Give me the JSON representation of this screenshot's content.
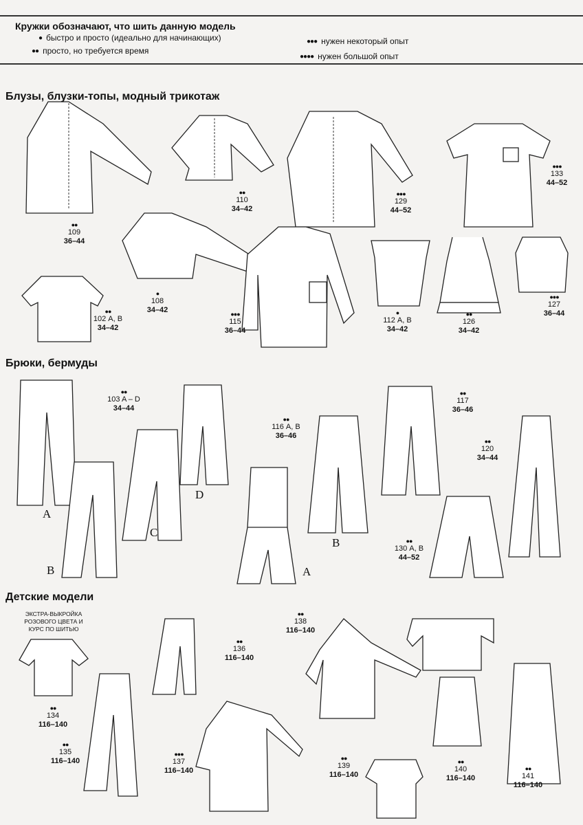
{
  "legend": {
    "title": "Кружки обозначают, что шить данную модель",
    "items": [
      {
        "dots": "●",
        "text": "быстро и просто (идеально для начинающих)"
      },
      {
        "dots": "●●",
        "text": "просто, но требуется время"
      },
      {
        "dots": "●●●",
        "text": "нужен некоторый опыт"
      },
      {
        "dots": "●●●●",
        "text": "нужен большой опыт"
      }
    ]
  },
  "sections": {
    "blouses": {
      "title": "Блузы, блузки-топы, модный трикотаж",
      "models": [
        {
          "dots": "●●",
          "number": "109",
          "sizes": "36–44"
        },
        {
          "dots": "●●",
          "number": "110",
          "sizes": "34–42"
        },
        {
          "dots": "●●●",
          "number": "129",
          "sizes": "44–52"
        },
        {
          "dots": "●●●",
          "number": "133",
          "sizes": "44–52"
        },
        {
          "dots": "●",
          "number": "108",
          "sizes": "34–42"
        },
        {
          "dots": "●●",
          "number": "102 А, В",
          "sizes": "34–42"
        },
        {
          "dots": "●●●",
          "number": "115",
          "sizes": "36–44"
        },
        {
          "dots": "●",
          "number": "112 А, В",
          "sizes": "34–42"
        },
        {
          "dots": "●●",
          "number": "126",
          "sizes": "34–42"
        },
        {
          "dots": "●●●",
          "number": "127",
          "sizes": "36–44"
        }
      ]
    },
    "trousers": {
      "title": "Брюки, бермуды",
      "models": [
        {
          "dots": "●●",
          "number": "103 A – D",
          "sizes": "34–44"
        },
        {
          "dots": "●●",
          "number": "116 А, В",
          "sizes": "36–46"
        },
        {
          "dots": "●●",
          "number": "117",
          "sizes": "36–46"
        },
        {
          "dots": "●●",
          "number": "120",
          "sizes": "34–44"
        },
        {
          "dots": "●●",
          "number": "130 А, В",
          "sizes": "44–52"
        }
      ],
      "variant_letters": [
        "A",
        "B",
        "C",
        "D",
        "A",
        "B"
      ]
    },
    "kids": {
      "title": "Детские модели",
      "note": "ЭКСТРА-ВЫКРОЙКА РОЗОВОГО ЦВЕТА И КУРС ПО ШИТЬЮ",
      "models": [
        {
          "dots": "●●",
          "number": "134",
          "sizes": "116–140"
        },
        {
          "dots": "●●",
          "number": "135",
          "sizes": "116–140"
        },
        {
          "dots": "●●",
          "number": "136",
          "sizes": "116–140"
        },
        {
          "dots": "●●●",
          "number": "137",
          "sizes": "116–140"
        },
        {
          "dots": "●●",
          "number": "138",
          "sizes": "116–140"
        },
        {
          "dots": "●●",
          "number": "139",
          "sizes": "116–140"
        },
        {
          "dots": "●●",
          "number": "140",
          "sizes": "116–140"
        },
        {
          "dots": "●●",
          "number": "141",
          "sizes": "116–140"
        }
      ]
    }
  }
}
